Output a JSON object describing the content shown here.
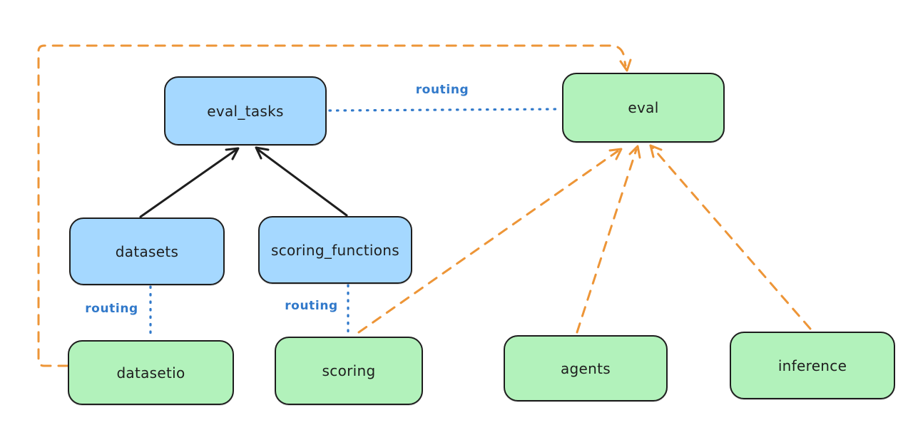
{
  "colors": {
    "background": "#ffffff",
    "node_blue_fill": "#a5d8ff",
    "node_green_fill": "#b2f2bb",
    "node_stroke": "#1e1e1e",
    "routing_blue": "#3179ca",
    "arrow_orange": "#ed9537",
    "arrow_black": "#1e1e1e"
  },
  "nodes": [
    {
      "id": "eval_tasks",
      "label": "eval_tasks",
      "color": "blue"
    },
    {
      "id": "eval",
      "label": "eval",
      "color": "green"
    },
    {
      "id": "datasets",
      "label": "datasets",
      "color": "blue"
    },
    {
      "id": "scoring_functions",
      "label": "scoring_functions",
      "color": "blue"
    },
    {
      "id": "datasetio",
      "label": "datasetio",
      "color": "green"
    },
    {
      "id": "scoring",
      "label": "scoring",
      "color": "green"
    },
    {
      "id": "agents",
      "label": "agents",
      "color": "green"
    },
    {
      "id": "inference",
      "label": "inference",
      "color": "green"
    }
  ],
  "edge_labels": [
    {
      "id": "routing-top",
      "text": "routing"
    },
    {
      "id": "routing-left",
      "text": "routing"
    },
    {
      "id": "routing-mid",
      "text": "routing"
    }
  ],
  "edges": [
    {
      "from": "datasets",
      "to": "eval_tasks",
      "style": "solid-black-arrow"
    },
    {
      "from": "scoring_functions",
      "to": "eval_tasks",
      "style": "solid-black-arrow"
    },
    {
      "from": "eval_tasks",
      "to": "eval",
      "style": "dotted-blue",
      "label": "routing"
    },
    {
      "from": "datasets",
      "to": "datasetio",
      "style": "dotted-blue",
      "label": "routing"
    },
    {
      "from": "scoring_functions",
      "to": "scoring",
      "style": "dotted-blue",
      "label": "routing"
    },
    {
      "from": "datasetio",
      "to": "eval",
      "style": "dashed-orange-arrow"
    },
    {
      "from": "scoring",
      "to": "eval",
      "style": "dashed-orange-arrow"
    },
    {
      "from": "agents",
      "to": "eval",
      "style": "dashed-orange-arrow"
    },
    {
      "from": "inference",
      "to": "eval",
      "style": "dashed-orange-arrow"
    }
  ]
}
